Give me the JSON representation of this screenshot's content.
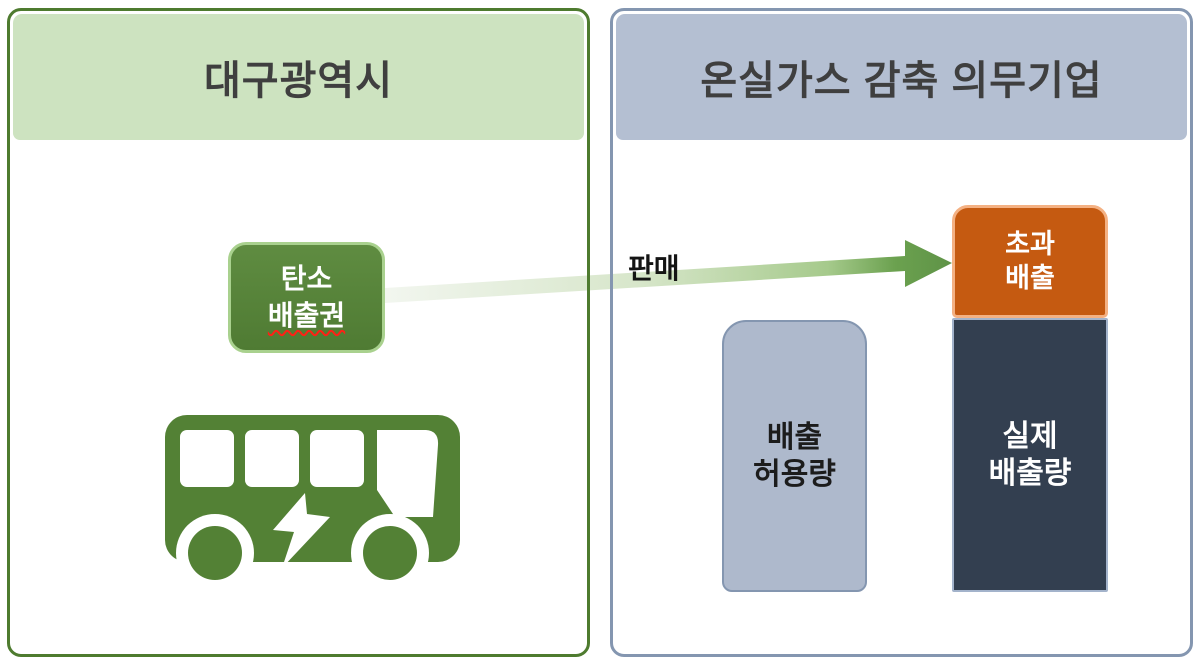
{
  "left_panel": {
    "title": "대구광역시",
    "credit_box": {
      "line1": "탄소",
      "line2": "배출권"
    },
    "bus_icon": "electric-bus-icon"
  },
  "right_panel": {
    "title": "온실가스 감축 의무기업",
    "allowance_box": {
      "line1": "배출",
      "line2": "허용량"
    },
    "excess_box": {
      "line1": "초과",
      "line2": "배출"
    },
    "actual_box": {
      "line1": "실제",
      "line2": "배출량"
    }
  },
  "arrow": {
    "label": "판매",
    "icon": "sale-arrow-icon"
  },
  "colors": {
    "left_panel_border": "#4e7b2f",
    "left_header_bg": "#cde3c0",
    "right_panel_border": "#8496b0",
    "right_header_bg": "#b4bfd2",
    "credit_box_fill": "#538135",
    "credit_box_border": "#a9d18e",
    "excess_fill": "#c55a11",
    "excess_border": "#f4b183",
    "actual_fill": "#333f50",
    "allowance_fill": "#aeb9cc",
    "arrow_green": "#63984a",
    "bus_green": "#538135",
    "spellcheck_underline": "#ff2015",
    "title_text": "#3f3f3f"
  }
}
